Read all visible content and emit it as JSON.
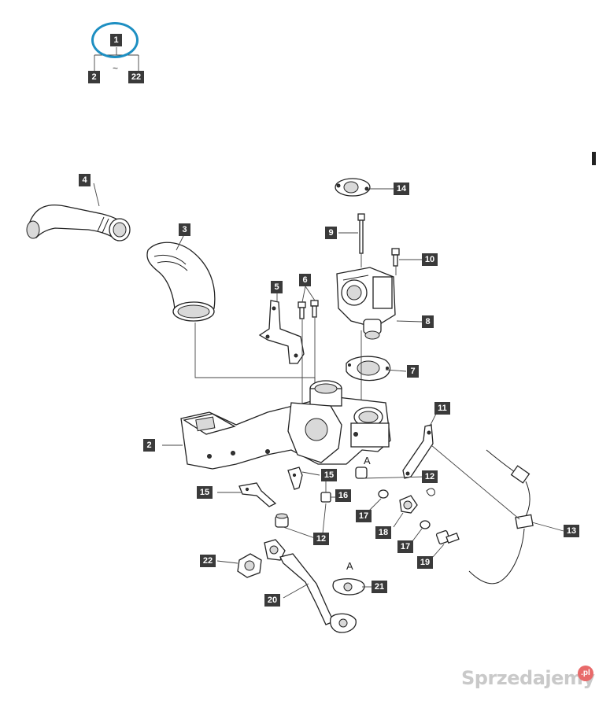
{
  "header": {
    "assembly_tag": "1",
    "range_start": "2",
    "range_separator": "~",
    "range_end": "22"
  },
  "callouts": {
    "hose_lower": "2",
    "hose_upper_long": "4",
    "hose_elbow": "3",
    "bracket_left": "5",
    "bolt_pair": "6",
    "gasket_round": "7",
    "egr_valve": "8",
    "long_bolt": "9",
    "short_bolt": "10",
    "strap": "11",
    "bushing_right": "12",
    "bushing_left": "12",
    "sensor_cable": "13",
    "top_cap": "14",
    "bracket_center": "15",
    "bracket_left_small": "15",
    "nut": "16",
    "washer_upper": "17",
    "washer_lower": "17",
    "banjo": "18",
    "banjo_bolt": "19",
    "pipe": "20",
    "gasket_a": "21",
    "gasket_b": "22"
  },
  "letters": {
    "a_upper": "A",
    "a_lower": "A"
  },
  "selection": {
    "color": "#1e8fc2"
  },
  "watermark": {
    "text": "Sprzedajemy",
    "badge": ".pl"
  }
}
